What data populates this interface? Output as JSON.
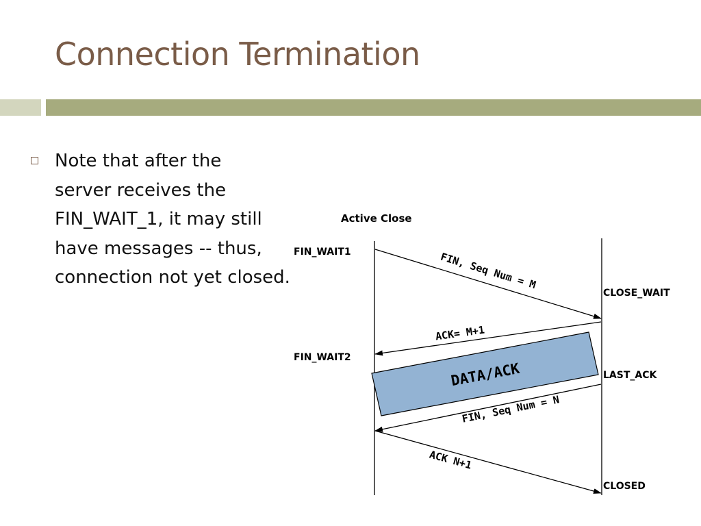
{
  "slide": {
    "title": "Connection Termination",
    "bullet_lines": [
      "Note that after the",
      "server receives the",
      "FIN_WAIT_1, it may still",
      "have messages -- thus,",
      "connection not yet closed."
    ]
  },
  "diagram": {
    "left_header": "Active Close",
    "left_states": [
      "FIN_WAIT1",
      "FIN_WAIT2"
    ],
    "right_states": [
      "CLOSE_WAIT",
      "LAST_ACK",
      "CLOSED"
    ],
    "messages": [
      "FIN, Seq Num = M",
      "ACK= M+1",
      "FIN, Seq Num = N",
      "ACK N+1"
    ],
    "data_box_label": "DATA/ACK"
  },
  "colors": {
    "title": "#7a5c48",
    "band_light": "#d3d6be",
    "band_dark": "#a6ab7e",
    "data_box_fill": "#93b3d3"
  }
}
